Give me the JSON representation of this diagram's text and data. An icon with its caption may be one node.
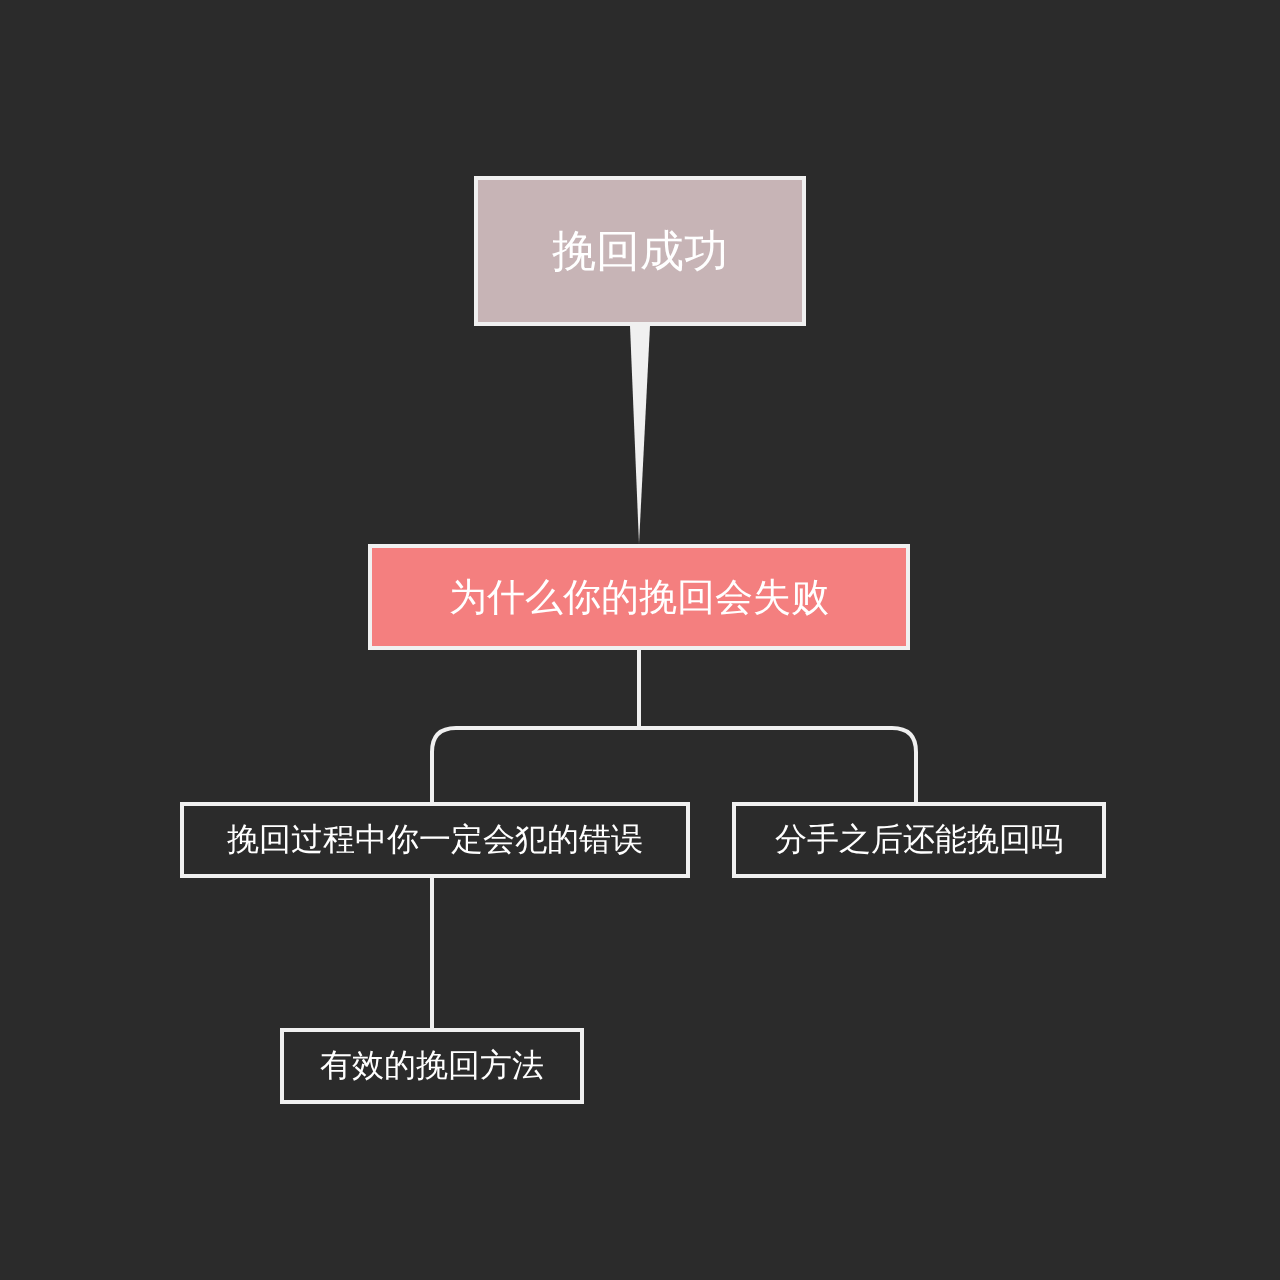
{
  "diagram": {
    "nodes": [
      {
        "text": [
          "挽回成功"
        ]
      },
      {
        "text": [
          "为什么你的挽回会失败"
        ]
      },
      {
        "text": [
          "挽回过程中你一定会犯的错误"
        ]
      },
      {
        "text": [
          "分手之后还能挽回吗"
        ]
      },
      {
        "text": [
          "有效的挽回方法"
        ]
      }
    ],
    "edges": [
      {
        "from": 0,
        "to": 1,
        "arrow": "none",
        "style": "thick"
      },
      {
        "from": 1,
        "to": 2,
        "arrow": "none"
      },
      {
        "from": 1,
        "to": 3,
        "arrow": "none"
      },
      {
        "from": 2,
        "to": 4,
        "arrow": "none"
      }
    ]
  }
}
